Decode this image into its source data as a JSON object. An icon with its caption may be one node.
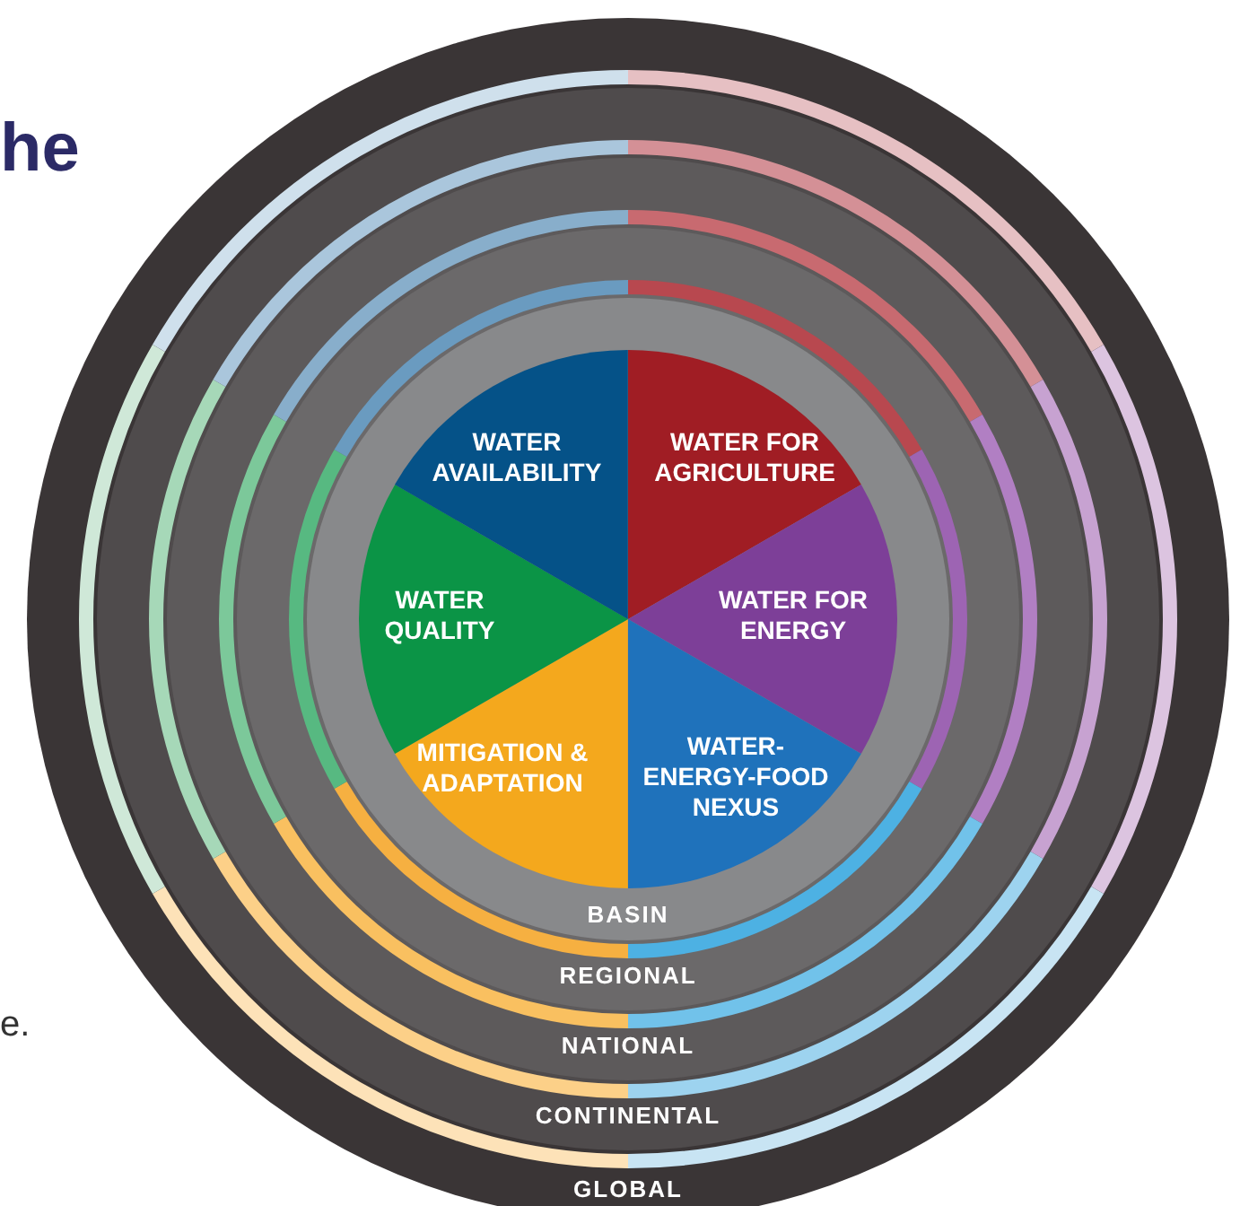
{
  "diagram": {
    "nodes": [
      {
        "text": [
          "GLOBAL"
        ]
      },
      {
        "text": [
          "CONTINENTAL"
        ],
        "in": 0
      },
      {
        "text": [
          "NATIONAL"
        ],
        "in": 1
      },
      {
        "text": [
          "REGIONAL"
        ],
        "in": 2
      },
      {
        "text": [
          "BASIN"
        ],
        "in": 3
      },
      {
        "text": [
          "WATER FOR AGRICULTURE"
        ],
        "in": 4
      },
      {
        "text": [
          "WATER FOR ENERGY"
        ],
        "in": 4
      },
      {
        "text": [
          "WATER-ENERGY-FOOD NEXUS"
        ],
        "in": 4
      },
      {
        "text": [
          "MITIGATION & ADAPTATION"
        ],
        "in": 4
      },
      {
        "text": [
          "WATER QUALITY"
        ],
        "in": 4
      },
      {
        "text": [
          "WATER AVAILABILITY"
        ],
        "in": 4
      }
    ],
    "labels": [
      "he",
      "e."
    ]
  }
}
